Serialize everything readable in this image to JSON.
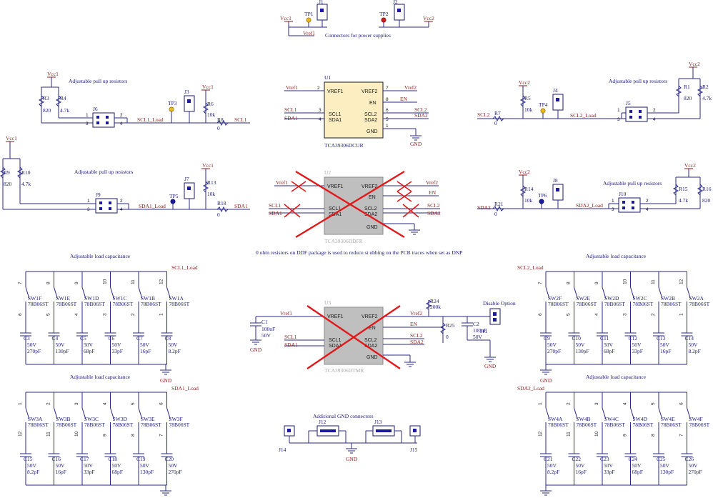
{
  "labels": {
    "conn_power": "Connectors for power supplies",
    "pullup": "Adjustable pull up resistors",
    "loadcap": "Adjustable load capacitance",
    "gnd_conn": "Additional GND connectors",
    "dnp_note": "0 ohm resistors on DDF package is used to reduce st  ubbing on the PCB traces when set as DNP",
    "disable": "Disable Option"
  },
  "nets": {
    "vcc1": "Vcc1",
    "vcc2": "Vcc2",
    "vref1": "Vref1",
    "vref2": "Vref2",
    "scl1": "SCL1",
    "sda1": "SDA1",
    "scl2": "SCL2",
    "sda2": "SDA2",
    "en": "EN",
    "gnd": "GND",
    "scl1_load": "SCL1_Load",
    "sda1_load": "SDA1_Load",
    "scl2_load": "SCL2_Load",
    "sda2_load": "SDA2_Load"
  },
  "chips": {
    "u1": {
      "ref": "U1",
      "part": "TCA39306DCUR"
    },
    "u2": {
      "ref": "U2",
      "part": "TCA39306DDFR"
    },
    "u3": {
      "ref": "U3",
      "part": "TCA39306DTMR"
    },
    "pins": {
      "vref1": "VREF1",
      "vref2": "VREF2",
      "en": "EN",
      "scl1": "SCL1",
      "sda1": "SDA1",
      "scl2": "SCL2",
      "sda2": "SDA2",
      "gnd": "GND"
    }
  },
  "parts": {
    "J1": "J1",
    "J2": "J2",
    "J3": "J3",
    "J4": "J4",
    "J5": "J5",
    "J6": "J6",
    "J7": "J7",
    "J8": "J8",
    "J9": "J9",
    "J10": "J10",
    "J11": "J11",
    "J12": "J12",
    "J13": "J13",
    "J14": "J14",
    "J15": "J15",
    "TP1": "TP1",
    "TP2": "TP2",
    "TP3": "TP3",
    "TP4": "TP4",
    "TP5": "TP5",
    "TP6": "TP6",
    "R1": "R1",
    "R2": "R2",
    "R3": "R3",
    "R4": "R4",
    "R5": "R5",
    "R6": "R6",
    "R7": "R7",
    "R8": "R8",
    "R9": "R9",
    "R10": "R10",
    "R13": "R13",
    "R14": "R14",
    "R15": "R15",
    "R16": "R16",
    "R18": "R18",
    "R21": "R21",
    "R24": "R24",
    "R25": "R25",
    "C1": "C1",
    "C2": "C2",
    "v820": "820",
    "v47k": "4.7k",
    "v10k": "10k",
    "v0": "0",
    "v200k": "200k",
    "c100nF": "100nF",
    "c50V": "50V"
  },
  "cap_banks": {
    "tl": [
      {
        "sw": "SW1F",
        "part": "78B06ST",
        "cap": "C3",
        "v": "50V",
        "val": "270pF"
      },
      {
        "sw": "SW1E",
        "part": "78B06ST",
        "cap": "C4",
        "v": "50V",
        "val": "130pF"
      },
      {
        "sw": "SW1D",
        "part": "78B06ST",
        "cap": "C5",
        "v": "50V",
        "val": "68pF"
      },
      {
        "sw": "SW1C",
        "part": "78B06ST",
        "cap": "C6",
        "v": "50V",
        "val": "33pF"
      },
      {
        "sw": "SW1B",
        "part": "78B06ST",
        "cap": "C7",
        "v": "50V",
        "val": "16pF"
      },
      {
        "sw": "SW1A",
        "part": "78B06ST",
        "cap": "C8",
        "v": "50V",
        "val": "8.2pF"
      }
    ],
    "bl": [
      {
        "sw": "SW3A",
        "part": "78B06ST",
        "cap": "C15",
        "v": "50V",
        "val": "8.2pF"
      },
      {
        "sw": "SW3B",
        "part": "78B06ST",
        "cap": "C16",
        "v": "50V",
        "val": "16pF"
      },
      {
        "sw": "SW3C",
        "part": "78B06ST",
        "cap": "C17",
        "v": "50V",
        "val": "33pF"
      },
      {
        "sw": "SW3D",
        "part": "78B06ST",
        "cap": "C18",
        "v": "50V",
        "val": "68pF"
      },
      {
        "sw": "SW3E",
        "part": "78B06ST",
        "cap": "C19",
        "v": "50V",
        "val": "130pF"
      },
      {
        "sw": "SW3F",
        "part": "78B06ST",
        "cap": "C20",
        "v": "50V",
        "val": "270pF"
      }
    ],
    "tr": [
      {
        "sw": "SW2F",
        "part": "78B06ST",
        "cap": "C9",
        "v": "50V",
        "val": "270pF"
      },
      {
        "sw": "SW2E",
        "part": "78B06ST",
        "cap": "C10",
        "v": "50V",
        "val": "130pF"
      },
      {
        "sw": "SW2D",
        "part": "78B06ST",
        "cap": "C11",
        "v": "50V",
        "val": "68pF"
      },
      {
        "sw": "SW2C",
        "part": "78B06ST",
        "cap": "C12",
        "v": "50V",
        "val": "33pF"
      },
      {
        "sw": "SW2B",
        "part": "78B06ST",
        "cap": "C13",
        "v": "50V",
        "val": "16pF"
      },
      {
        "sw": "SW2A",
        "part": "78B06ST",
        "cap": "C14",
        "v": "50V",
        "val": "8.2pF"
      }
    ],
    "br": [
      {
        "sw": "SW4A",
        "part": "78B06ST",
        "cap": "C21",
        "v": "50V",
        "val": "8.2pF"
      },
      {
        "sw": "SW4B",
        "part": "78B06ST",
        "cap": "C22",
        "v": "50V",
        "val": "16pF"
      },
      {
        "sw": "SW4C",
        "part": "78B06ST",
        "cap": "C23",
        "v": "50V",
        "val": "33pF"
      },
      {
        "sw": "SW4D",
        "part": "78B06ST",
        "cap": "C24",
        "v": "50V",
        "val": "68pF"
      },
      {
        "sw": "SW4E",
        "part": "78B06ST",
        "cap": "C25",
        "v": "50V",
        "val": "130pF"
      },
      {
        "sw": "SW4F",
        "part": "78B06ST",
        "cap": "C26",
        "v": "50V",
        "val": "270pF"
      }
    ]
  },
  "colors": {
    "wire": "#2a2a8a",
    "net": "#8b1a1a",
    "cross": "#e0191a",
    "tp_yellow": "#e8b820",
    "tp_red": "#cc2020",
    "tp_blue": "#1a1a9a",
    "dnp_fill": "#bfbfbf"
  }
}
